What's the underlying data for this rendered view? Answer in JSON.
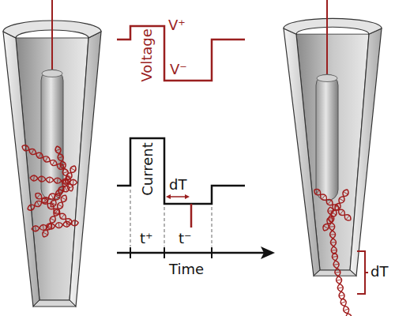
{
  "diagram": {
    "labels": [
      "V⁺",
      "Voltage",
      "V⁻",
      "Current",
      "dT",
      "t⁺",
      "t⁻",
      "Time",
      "dT"
    ]
  }
}
